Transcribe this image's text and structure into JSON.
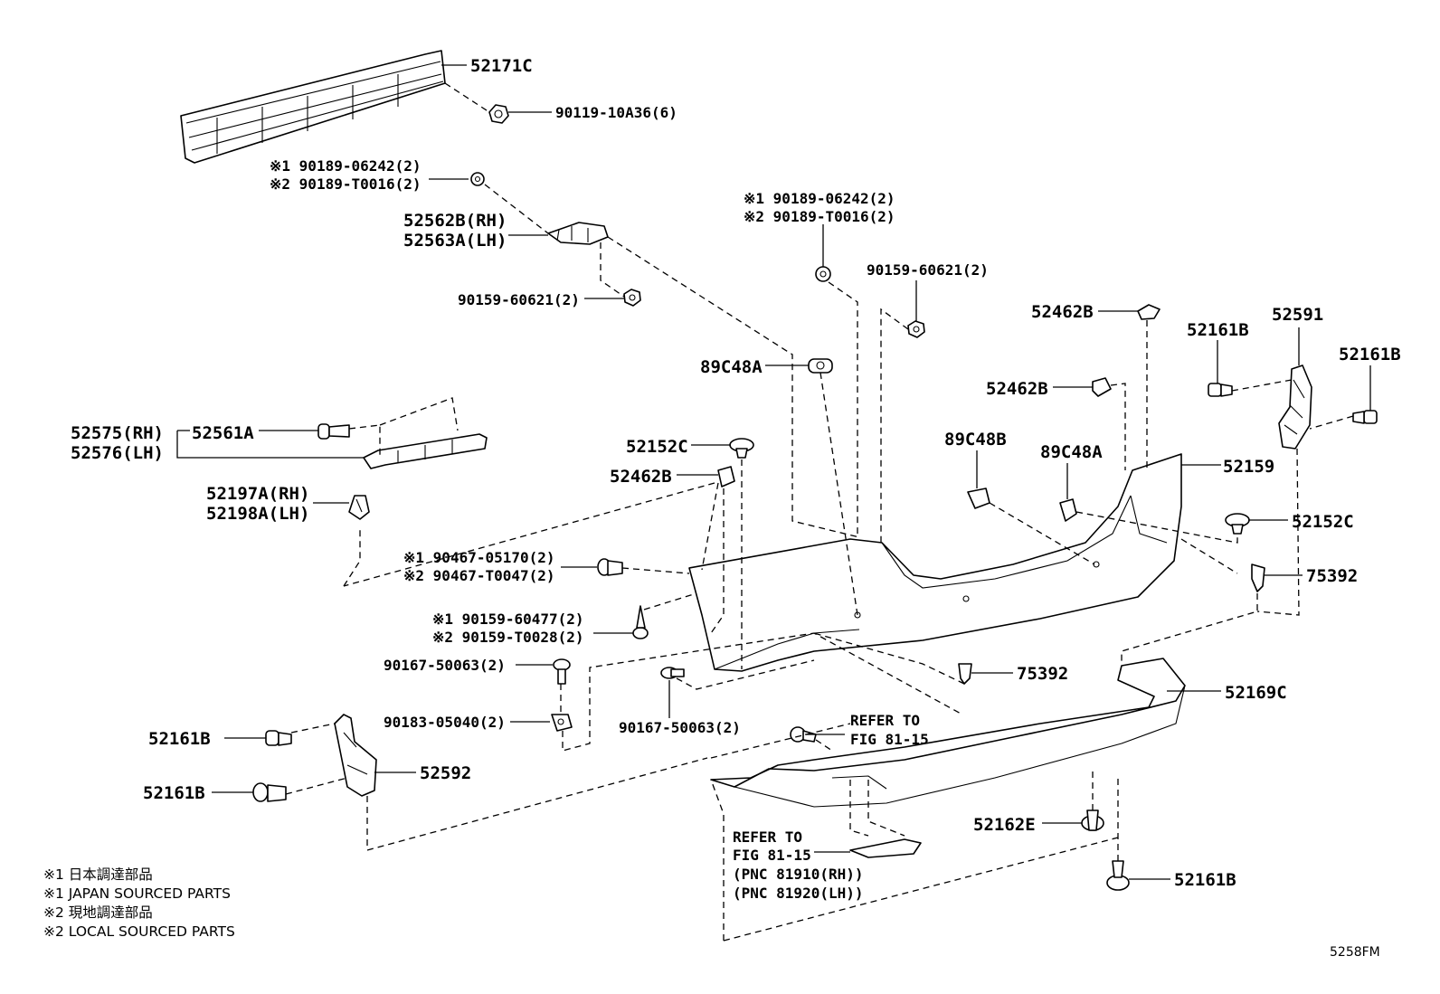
{
  "labels": {
    "p52171C": "52171C",
    "p90119": "90119-10A36(6)",
    "s1_90189_a": "※1 90189-06242(2)",
    "s2_90189_a": "※2 90189-T0016(2)",
    "p52562B": "52562B(RH)",
    "p52563A": "52563A(LH)",
    "p90159_a": "90159-60621(2)",
    "s1_90189_b": "※1 90189-06242(2)",
    "s2_90189_b": "※2 90189-T0016(2)",
    "p90159_b": "90159-60621(2)",
    "p52462B_top": "52462B",
    "p52161B_r1": "52161B",
    "p52591": "52591",
    "p52161B_r2": "52161B",
    "p89C48A_mid": "89C48A",
    "p52462B_mid": "52462B",
    "p52575": "52575(RH)",
    "p52576": "52576(LH)",
    "p52561A": "52561A",
    "p52152C_mid": "52152C",
    "p89C48B": "89C48B",
    "p89C48A_r": "89C48A",
    "p52159": "52159",
    "p52462B_left": "52462B",
    "p52197A": "52197A(RH)",
    "p52198A": "52198A(LH)",
    "p52152C_r": "52152C",
    "s1_90467": "※1 90467-05170(2)",
    "s2_90467": "※2 90467-T0047(2)",
    "p75392_r": "75392",
    "s1_90159": "※1 90159-60477(2)",
    "s2_90159": "※2 90159-T0028(2)",
    "p90167_a": "90167-50063(2)",
    "p75392_mid": "75392",
    "p52169C": "52169C",
    "p90183": "90183-05040(2)",
    "p90167_b": "90167-50063(2)",
    "refer_a1": "REFER TO",
    "refer_a2": "FIG 81-15",
    "p52161B_l1": "52161B",
    "p52592": "52592",
    "p52161B_l2": "52161B",
    "p52162E": "52162E",
    "refer_b1": "REFER TO",
    "refer_b2": "FIG 81-15",
    "pnc_rh": "(PNC 81910(RH))",
    "pnc_lh": "(PNC 81920(LH))",
    "p52161B_bot": "52161B"
  },
  "notes": {
    "n1": "※1 日本調達部品",
    "n2": "※1 JAPAN SOURCED PARTS",
    "n3": "※2 現地調達部品",
    "n4": "※2 LOCAL SOURCED PARTS"
  },
  "figure_code": "5258FM"
}
